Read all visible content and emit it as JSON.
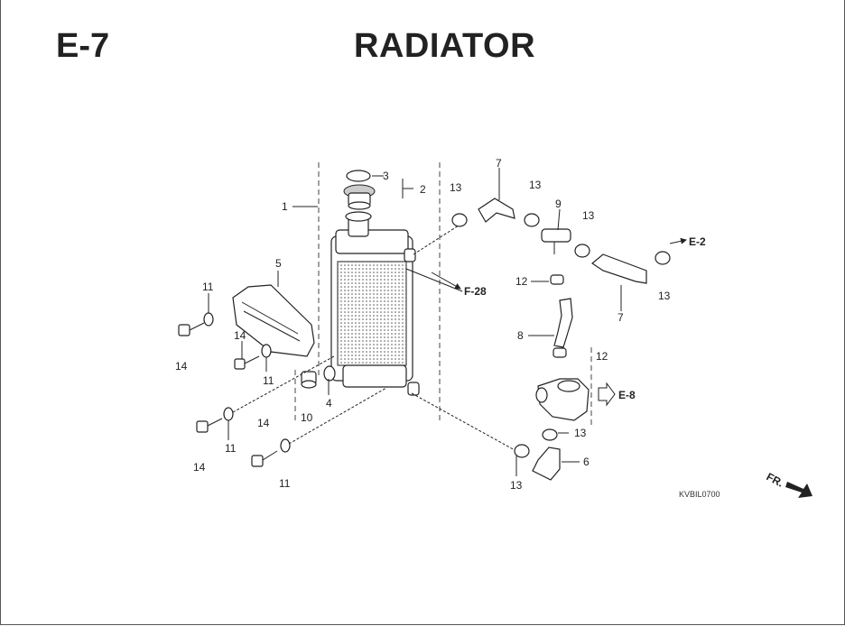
{
  "header": {
    "section_code": "E-7",
    "title": "RADIATOR"
  },
  "callouts": [
    "1",
    "2",
    "3",
    "4",
    "5",
    "6",
    "7",
    "7",
    "8",
    "9",
    "10",
    "11",
    "11",
    "11",
    "11",
    "12",
    "12",
    "13",
    "13",
    "13",
    "13",
    "13",
    "13",
    "14",
    "14",
    "14",
    "14"
  ],
  "references": {
    "e2": "E-2",
    "e8": "E-8",
    "f28": "F-28"
  },
  "catalog_code": "KVBIL0700",
  "direction_label": "FR."
}
